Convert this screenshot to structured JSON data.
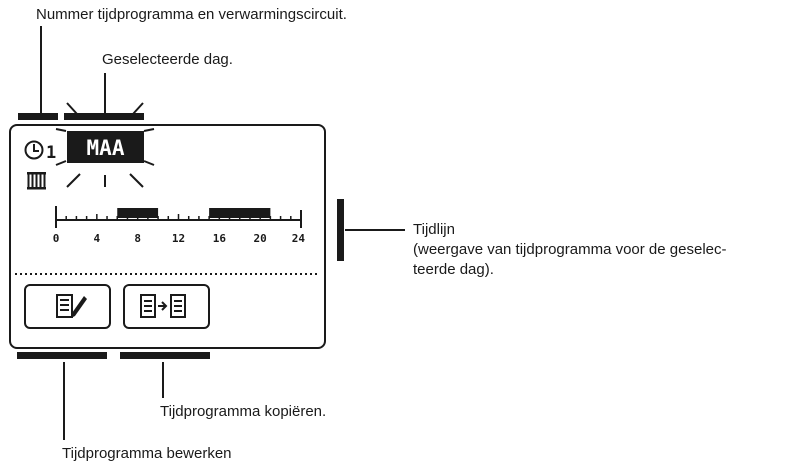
{
  "callouts": {
    "program_number": "Nummer tijdprogramma en verwarmingscircuit.",
    "selected_day": "Geselecteerde dag.",
    "timeline_title": "Tijdlijn",
    "timeline_desc_1": "(weergave van tijdprogramma voor de geselec-",
    "timeline_desc_2": "teerde dag).",
    "copy_program": "Tijdprogramma kopiëren.",
    "edit_program": "Tijdprogramma bewerken"
  },
  "display": {
    "program_number": "1",
    "day": "MAA",
    "clock_icon": "clock-icon",
    "circuit_icon": "radiator-icon",
    "edit_icon": "edit-list-icon",
    "copy_icon": "copy-list-icon"
  },
  "chart_data": {
    "type": "timeline",
    "x": [
      0,
      4,
      8,
      12,
      16,
      20,
      24
    ],
    "tick_labels": [
      "0",
      "4",
      "8",
      "12",
      "16",
      "20",
      "24"
    ],
    "xlim": [
      0,
      24
    ],
    "on_periods": [
      [
        6,
        10
      ],
      [
        15,
        21
      ]
    ]
  }
}
